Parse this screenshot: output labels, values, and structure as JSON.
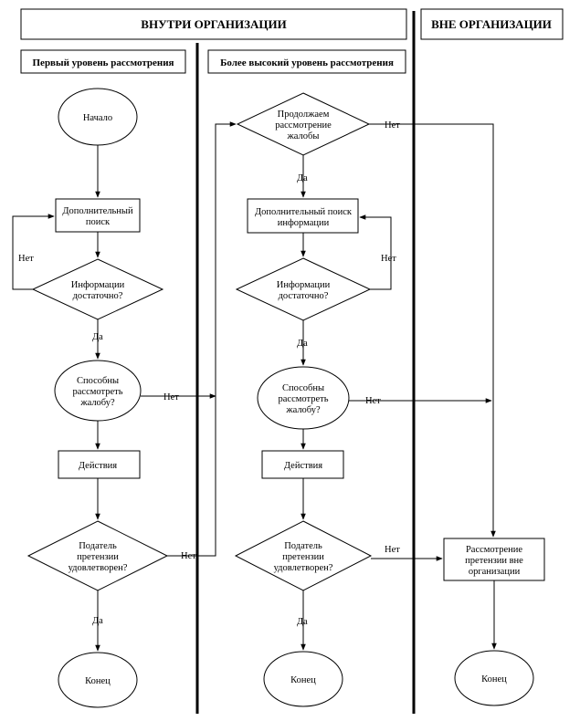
{
  "headers": {
    "inside": "ВНУТРИ ОРГАНИЗАЦИИ",
    "outside": "ВНЕ ОРГАНИЗАЦИИ",
    "first_level": "Первый уровень рассмотрения",
    "higher_level": "Более высокий уровень рассмотрения"
  },
  "nodes": {
    "l1_start": [
      "Начало"
    ],
    "l1_search": [
      "Дополнительный",
      "поиск"
    ],
    "l1_enough": [
      "Информации",
      "достаточно?"
    ],
    "l1_able": [
      "Способны",
      "рассмотреть",
      "жалобу?"
    ],
    "l1_actions": [
      "Действия"
    ],
    "l1_satisfied": [
      "Податель",
      "претензии",
      "удовлетворен?"
    ],
    "l1_end": [
      "Конец"
    ],
    "l2_continue": [
      "Продолжаем",
      "рассмотрение",
      "жалобы"
    ],
    "l2_search": [
      "Дополнительный поиск",
      "информации"
    ],
    "l2_enough": [
      "Информации",
      "достаточно?"
    ],
    "l2_able": [
      "Способны",
      "рассмотреть",
      "жалобу?"
    ],
    "l2_actions": [
      "Действия"
    ],
    "l2_satisfied": [
      "Податель",
      "претензии",
      "удовлетворен?"
    ],
    "l2_end": [
      "Конец"
    ],
    "out_review": [
      "Рассмотрение",
      "претензии вне",
      "организации"
    ],
    "out_end": [
      "Конец"
    ]
  },
  "edge_labels": {
    "yes": "Да",
    "no": "Нет"
  }
}
